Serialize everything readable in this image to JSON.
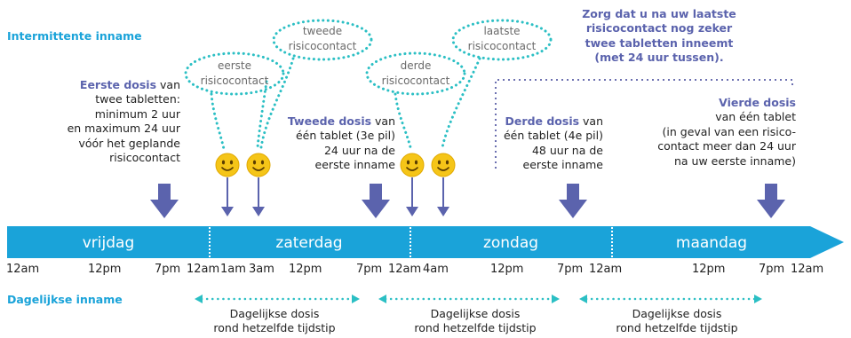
{
  "labels": {
    "intermittent": "Intermittente inname",
    "daily": "Dagelijkse inname"
  },
  "top_note": [
    "Zorg dat u na uw laatste",
    "risicocontact nog zeker",
    "twee tabletten inneemt",
    "(met 24 uur tussen)."
  ],
  "clouds": [
    {
      "line1": "eerste",
      "line2": "risicocontact"
    },
    {
      "line1": "tweede",
      "line2": "risicocontact"
    },
    {
      "line1": "derde",
      "line2": "risicocontact"
    },
    {
      "line1": "laatste",
      "line2": "risicocontact"
    }
  ],
  "doses": [
    {
      "title": "Eerste dosis",
      "after_title": " van",
      "lines": [
        "twee tabletten:",
        "minimum 2 uur",
        "en maximum 24 uur",
        "vóór het geplande",
        "risicocontact"
      ]
    },
    {
      "title": "Tweede dosis",
      "after_title": " van",
      "lines": [
        "één tablet (3e pil)",
        "24 uur na de",
        "eerste inname"
      ]
    },
    {
      "title": "Derde dosis",
      "after_title": " van",
      "lines": [
        "één tablet (4e pil)",
        "48 uur na de",
        "eerste inname"
      ]
    },
    {
      "title": "Vierde dosis",
      "after_title": "",
      "lines": [
        "van één tablet",
        "(in geval van een risico-",
        "contact meer dan 24 uur",
        "na uw eerste inname)"
      ]
    }
  ],
  "days": [
    "vrijdag",
    "zaterdag",
    "zondag",
    "maandag"
  ],
  "ticks": [
    "12am",
    "12pm",
    "7pm",
    "12am",
    "1am",
    "3am",
    "12pm",
    "7pm",
    "12am",
    "4am",
    "12pm",
    "7pm",
    "12am",
    "12pm",
    "7pm",
    "12am"
  ],
  "daily_notes": [
    {
      "line1": "Dagelijkse dosis",
      "line2": "rond hetzelfde tijdstip"
    },
    {
      "line1": "Dagelijkse dosis",
      "line2": "rond hetzelfde tijdstip"
    },
    {
      "line1": "Dagelijkse dosis",
      "line2": "rond hetzelfde tijdstip"
    }
  ],
  "colors": {
    "timeline": "#1aa3d9",
    "dose_arrow": "#5b63ad",
    "contact_arrow": "#5b63ad",
    "cloud_dots": "#2bbfc4",
    "emoji": "#f5c518"
  }
}
